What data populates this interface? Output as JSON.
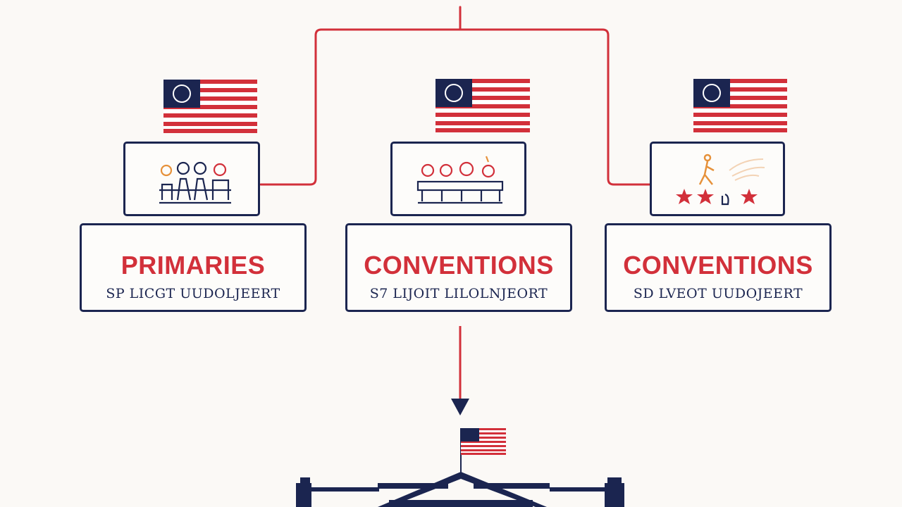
{
  "colors": {
    "red": "#d2303a",
    "navy": "#1b2550",
    "background": "#fbf9f6",
    "orange": "#e6913a"
  },
  "stages": [
    {
      "title": "PRIMARIES",
      "subtitle": "SP LICGT UUDOLJEERT",
      "icon": "voters-icon"
    },
    {
      "title": "CONVENTIONS",
      "subtitle": "S7 LIJOIT LILOLNJEORT",
      "icon": "delegates-icon"
    },
    {
      "title": "CONVENTIONS",
      "subtitle": "SD LVEOT UUDOJEERT",
      "icon": "candidate-stars-icon"
    }
  ],
  "destination": {
    "icon": "white-house-icon"
  }
}
